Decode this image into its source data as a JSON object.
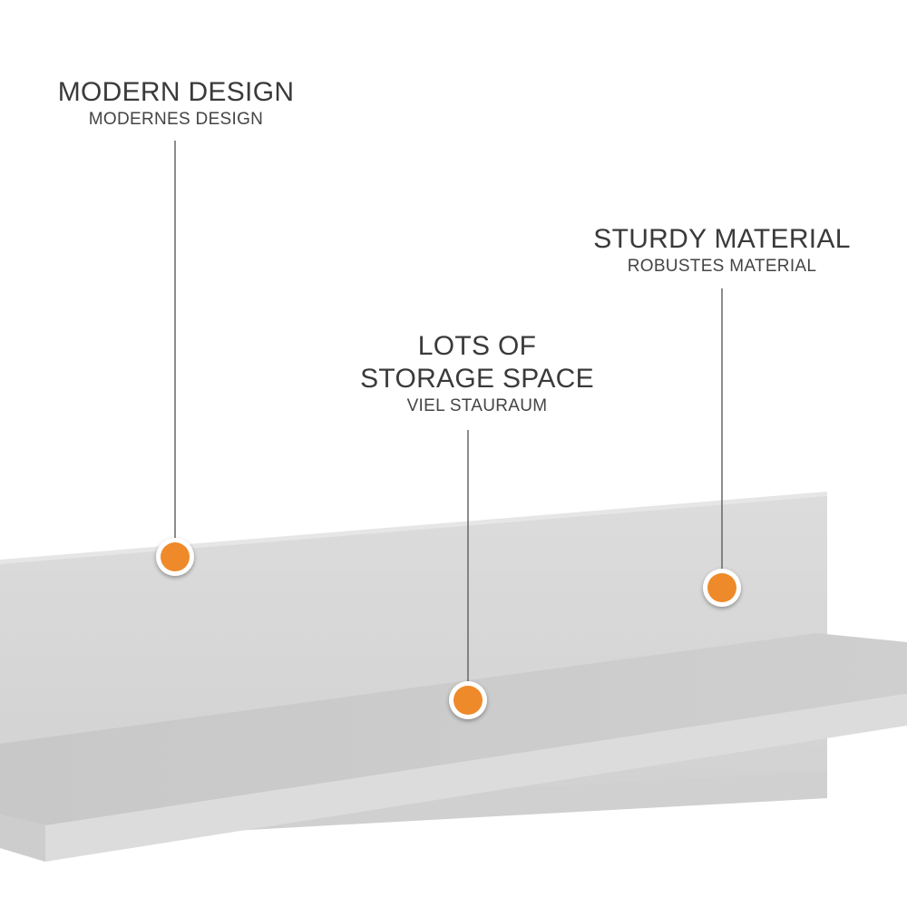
{
  "callouts": [
    {
      "title_lines": [
        "MODERN DESIGN"
      ],
      "subtitle": "MODERNES DESIGN"
    },
    {
      "title_lines": [
        "LOTS OF",
        "STORAGE SPACE"
      ],
      "subtitle": "VIEL STAURAUM"
    },
    {
      "title_lines": [
        "STURDY MATERIAL"
      ],
      "subtitle": "ROBUSTES MATERIAL"
    }
  ],
  "colors": {
    "background": "#ffffff",
    "shelf_back": "#d7d7d7",
    "shelf_top": "#cccccc",
    "shelf_front": "#dadada",
    "marker": "#ee8a2a",
    "marker_ring": "#ffffff",
    "leader_line": "#666666",
    "text": "#3a3a3a"
  },
  "icons": {
    "marker": "orange-dot-icon"
  }
}
